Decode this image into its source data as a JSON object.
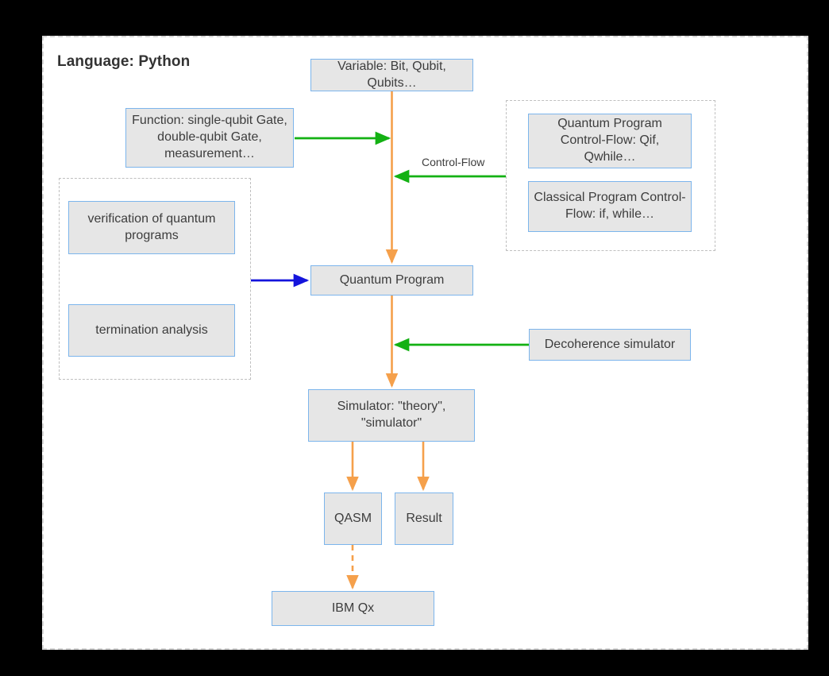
{
  "page": {
    "title": "Language: Python",
    "background_color": "#000000",
    "canvas_color": "#ffffff",
    "canvas_border_color": "#d6d6d6"
  },
  "colors": {
    "node_fill": "#e6e6e6",
    "node_border": "#7cb5ec",
    "group_border": "#bfbfbf",
    "arrow_orange": "#f5a04b",
    "arrow_green": "#13b113",
    "arrow_blue": "#1414dc",
    "text": "#3d3d3d",
    "title_text": "#333333"
  },
  "nodes": {
    "variable": {
      "label": "Variable: Bit, Qubit, Qubits…"
    },
    "function": {
      "label": "Function: single-qubit Gate, double-qubit Gate, measurement…"
    },
    "quantum_program_control_flow": {
      "label": "Quantum Program Control-Flow: Qif, Qwhile…"
    },
    "classical_program_control_flow": {
      "label": "Classical Program Control-Flow: if, while…"
    },
    "verification": {
      "label": "verification of quantum programs"
    },
    "termination": {
      "label": "termination analysis"
    },
    "quantum_program": {
      "label": "Quantum Program"
    },
    "decoherence_simulator": {
      "label": "Decoherence simulator"
    },
    "simulator": {
      "label": "Simulator: \"theory\", \"simulator\""
    },
    "qasm": {
      "label": "QASM"
    },
    "result": {
      "label": "Result"
    },
    "ibm_qx": {
      "label": "IBM Qx"
    }
  },
  "edges": {
    "control_flow_label": "Control-Flow",
    "list": [
      {
        "from": "variable",
        "to": "quantum_program",
        "color": "#f5a04b",
        "style": "solid"
      },
      {
        "from": "function",
        "to": "main-flow",
        "color": "#13b113",
        "style": "solid"
      },
      {
        "from": "control-flow-group",
        "to": "main-flow",
        "color": "#13b113",
        "style": "solid",
        "label": "Control-Flow"
      },
      {
        "from": "analysis-group",
        "to": "quantum_program",
        "color": "#1414dc",
        "style": "solid"
      },
      {
        "from": "quantum_program",
        "to": "simulator",
        "color": "#f5a04b",
        "style": "solid"
      },
      {
        "from": "decoherence_simulator",
        "to": "main-flow",
        "color": "#13b113",
        "style": "solid"
      },
      {
        "from": "simulator",
        "to": "qasm",
        "color": "#f5a04b",
        "style": "solid"
      },
      {
        "from": "simulator",
        "to": "result",
        "color": "#f5a04b",
        "style": "solid"
      },
      {
        "from": "qasm",
        "to": "ibm_qx",
        "color": "#f5a04b",
        "style": "dashed"
      }
    ]
  }
}
